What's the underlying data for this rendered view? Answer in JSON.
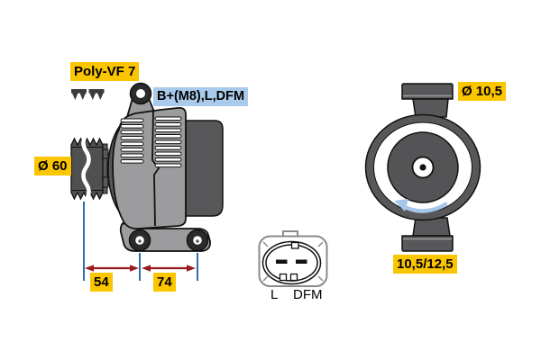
{
  "colors": {
    "highlight_yellow": "#fbc500",
    "highlight_blue": "#a9caea",
    "dimension_blue": "#2e6db4",
    "dimension_red": "#981b1e",
    "rotation_arrow_blue": "#a5c8e9",
    "housing_gray": "#9c9c9e",
    "housing_dark_gray": "#58585a"
  },
  "side_view": {
    "belt_type_label": "Poly-VF 7",
    "terminals_label": "B+(M8),L,DFM",
    "pulley_diameter": "Ø 60",
    "mounting_dim_left": "54",
    "mounting_dim_right": "74"
  },
  "connector": {
    "pin_labels": [
      "L",
      "DFM"
    ]
  },
  "rear_view": {
    "mounting_hole_diameter": "Ø 10,5",
    "mounting_hole_widths": "10,5/12,5"
  }
}
